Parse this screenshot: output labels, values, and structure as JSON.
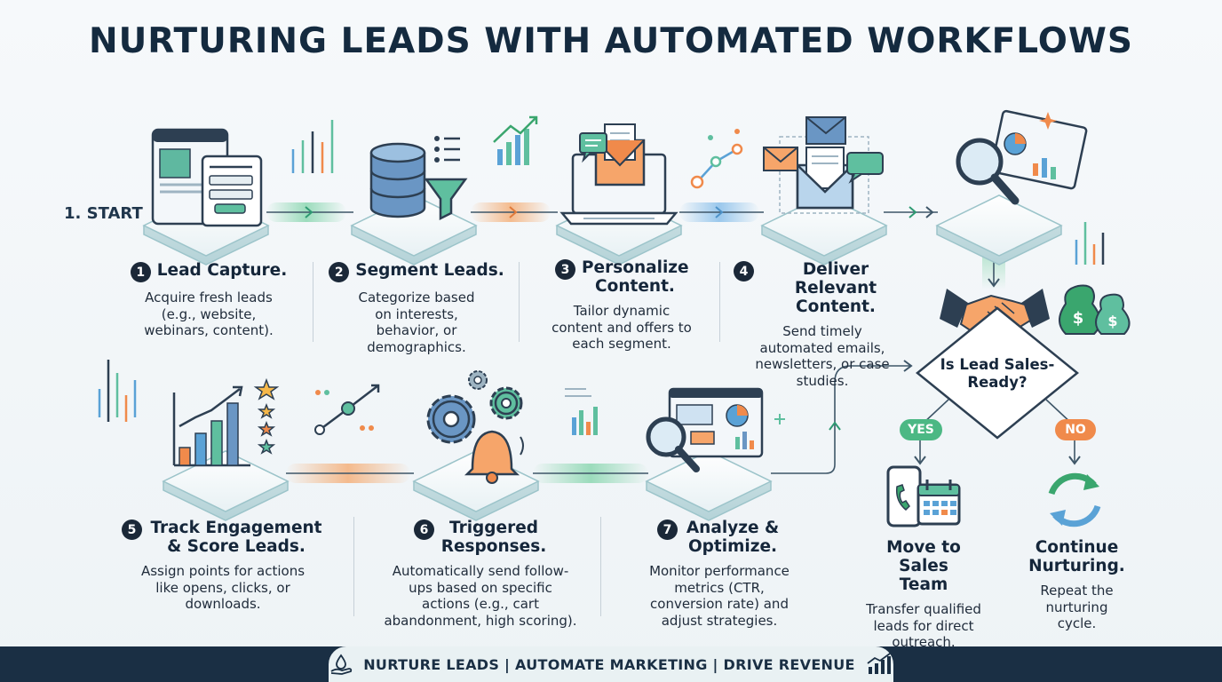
{
  "title": "NURTURING LEADS WITH AUTOMATED WORKFLOWS",
  "start_label": "1. START",
  "steps": [
    {
      "num": "1",
      "title": "Lead Capture.",
      "desc": "Acquire fresh leads (e.g., website, webinars, content).",
      "icon": "web-form-icon"
    },
    {
      "num": "2",
      "title": "Segment Leads.",
      "desc": "Categorize based on interests, behavior, or demographics.",
      "icon": "database-funnel-icon"
    },
    {
      "num": "3",
      "title": "Personalize Content.",
      "desc": "Tailor dynamic content and offers to each segment.",
      "icon": "laptop-email-icon"
    },
    {
      "num": "4",
      "title": "Deliver Relevant Content.",
      "desc": "Send timely automated emails, newsletters, or case studies.",
      "icon": "envelope-network-icon"
    },
    {
      "num": "5",
      "title": "Track Engagement & Score Leads.",
      "desc": "Assign points for actions like opens, clicks, or downloads.",
      "icon": "bar-chart-stars-icon"
    },
    {
      "num": "6",
      "title": "Triggered Responses.",
      "desc": "Automatically send follow-ups based on specific actions (e.g., cart abandonment, high scoring).",
      "icon": "gears-bell-icon"
    },
    {
      "num": "7",
      "title": "Analyze & Optimize.",
      "desc": "Monitor performance metrics (CTR, conversion rate) and adjust strategies.",
      "icon": "dashboard-magnifier-icon"
    }
  ],
  "decision": {
    "question": "Is Lead Sales-Ready?",
    "yes": "YES",
    "no": "NO"
  },
  "outcomes": {
    "yes": {
      "title": "Move to Sales Team",
      "desc": "Transfer qualified leads for direct outreach."
    },
    "no": {
      "title": "Continue Nurturing.",
      "desc": "Repeat the nurturing cycle."
    }
  },
  "footer": "NURTURE LEADS | AUTOMATE MARKETING | DRIVE REVENUE",
  "colors": {
    "navy": "#1a2f44",
    "teal": "#5fbf9f",
    "green": "#3aa66e",
    "orange": "#f08a4b",
    "blue": "#5aa2d6"
  }
}
